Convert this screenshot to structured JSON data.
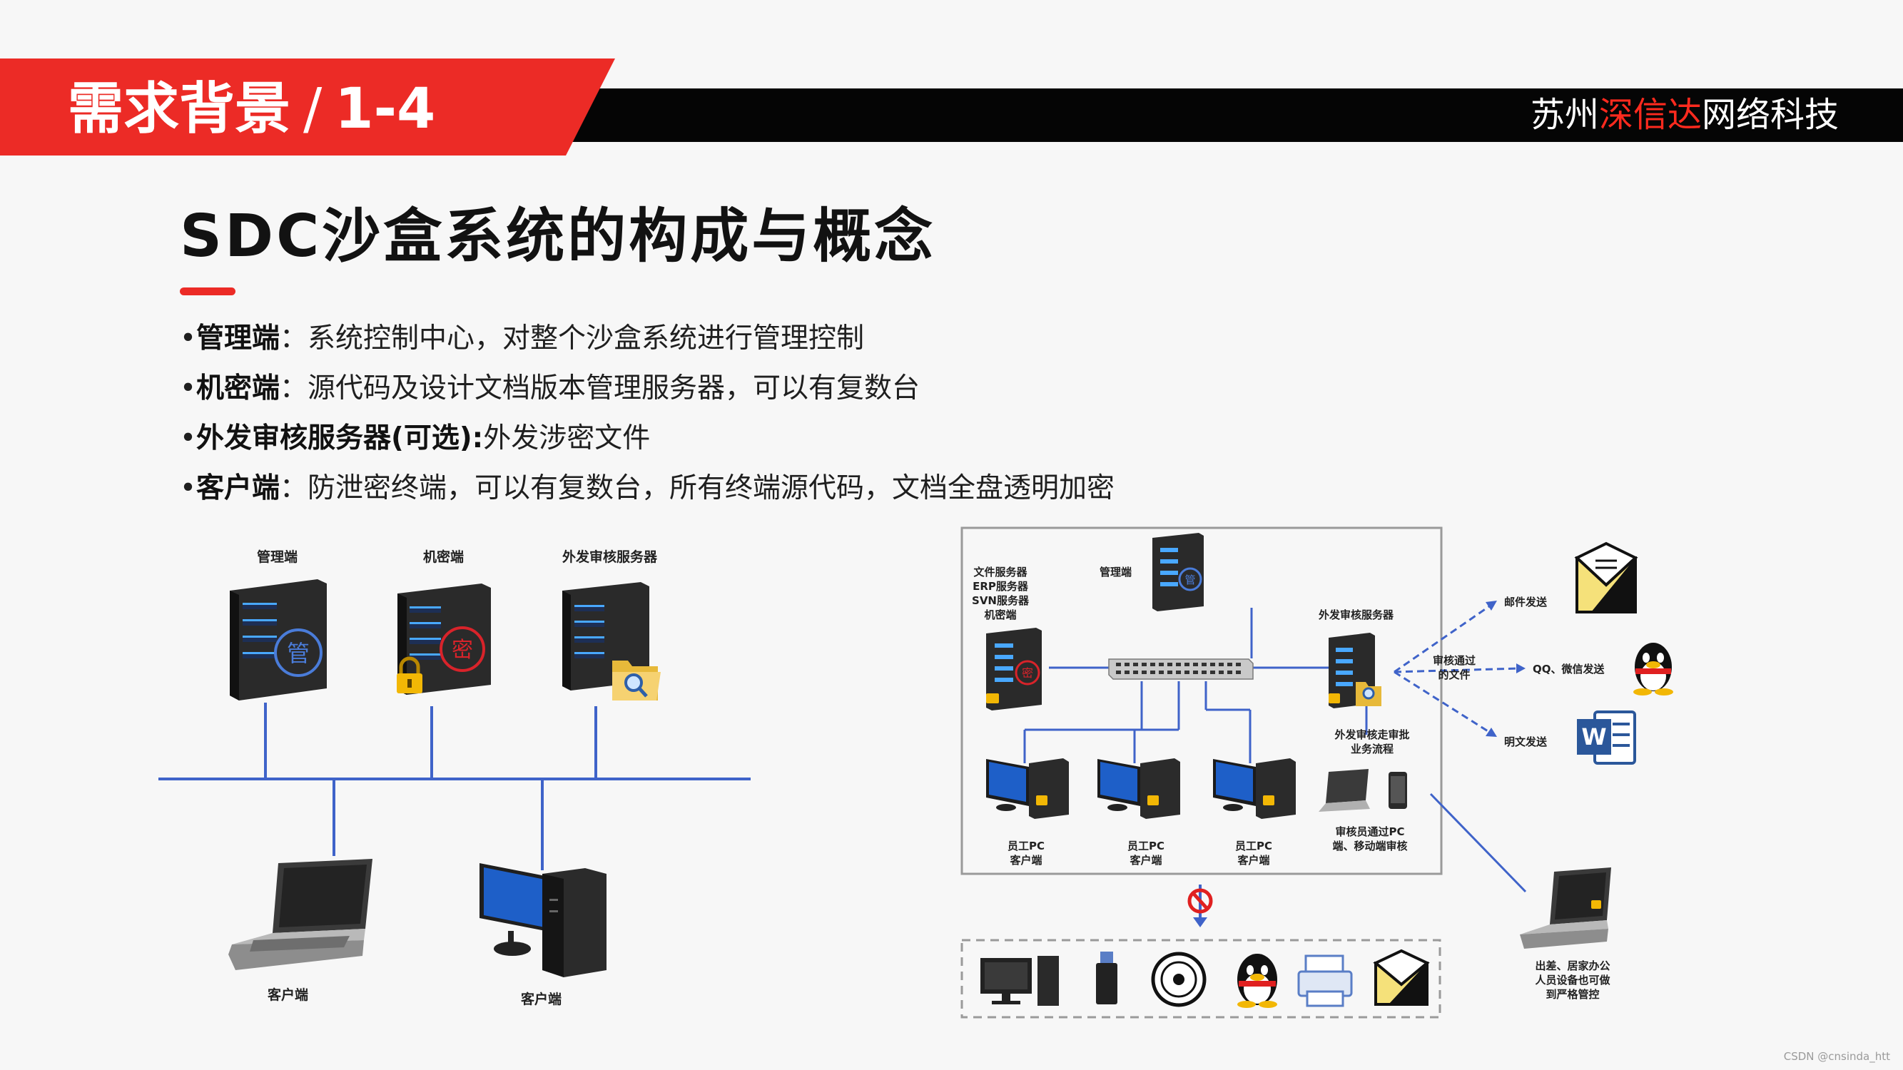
{
  "header": {
    "section_title": "需求背景",
    "section_number": "1-4",
    "company_prefix": "苏州",
    "company_highlight": "深信达",
    "company_suffix": "网络科技"
  },
  "title": "SDC沙盒系统的构成与概念",
  "bullets": [
    {
      "term": "管理端",
      "sep": "：",
      "desc": "系统控制中心，对整个沙盒系统进行管理控制"
    },
    {
      "term": "机密端",
      "sep": "：",
      "desc": "源代码及设计文档版本管理服务器，可以有复数台"
    },
    {
      "term": "外发审核服务器(可选):",
      "sep": "",
      "desc": "外发涉密文件"
    },
    {
      "term": "客户端",
      "sep": "：",
      "desc": "防泄密终端，可以有复数台，所有终端源代码，文档全盘透明加密"
    }
  ],
  "left_diagram": {
    "labels": {
      "admin": "管理端",
      "secret": "机密端",
      "audit_server": "外发审核服务器",
      "client_laptop": "客户端",
      "client_desktop": "客户端"
    },
    "glyphs": {
      "admin": "管",
      "secret": "密"
    }
  },
  "right_diagram": {
    "file_servers": [
      "文件服务器",
      "ERP服务器",
      "SVN服务器",
      "机密端"
    ],
    "admin": "管理端",
    "audit_server": "外发审核服务器",
    "approved_files": [
      "审核通过",
      "的文件"
    ],
    "outputs": {
      "email": "邮件发送",
      "qq": "QQ、微信发送",
      "plain": "明文发送"
    },
    "audit_flow": [
      "外发审核走审批",
      "业务流程"
    ],
    "pc_labels": [
      [
        "员工PC",
        "客户端"
      ],
      [
        "员工PC",
        "客户端"
      ],
      [
        "员工PC",
        "客户端"
      ]
    ],
    "approver": [
      "审核员通过PC",
      "端、移动端审核"
    ],
    "remote": [
      "出差、居家办公",
      "人员设备也可做",
      "到严格管控"
    ],
    "glyphs": {
      "admin": "管",
      "secret": "密",
      "word": "W"
    }
  },
  "colors": {
    "accent": "#ec2b26",
    "blue_line": "#3f63c9",
    "dark": "#050505"
  },
  "watermark": "CSDN @cnsinda_htt"
}
